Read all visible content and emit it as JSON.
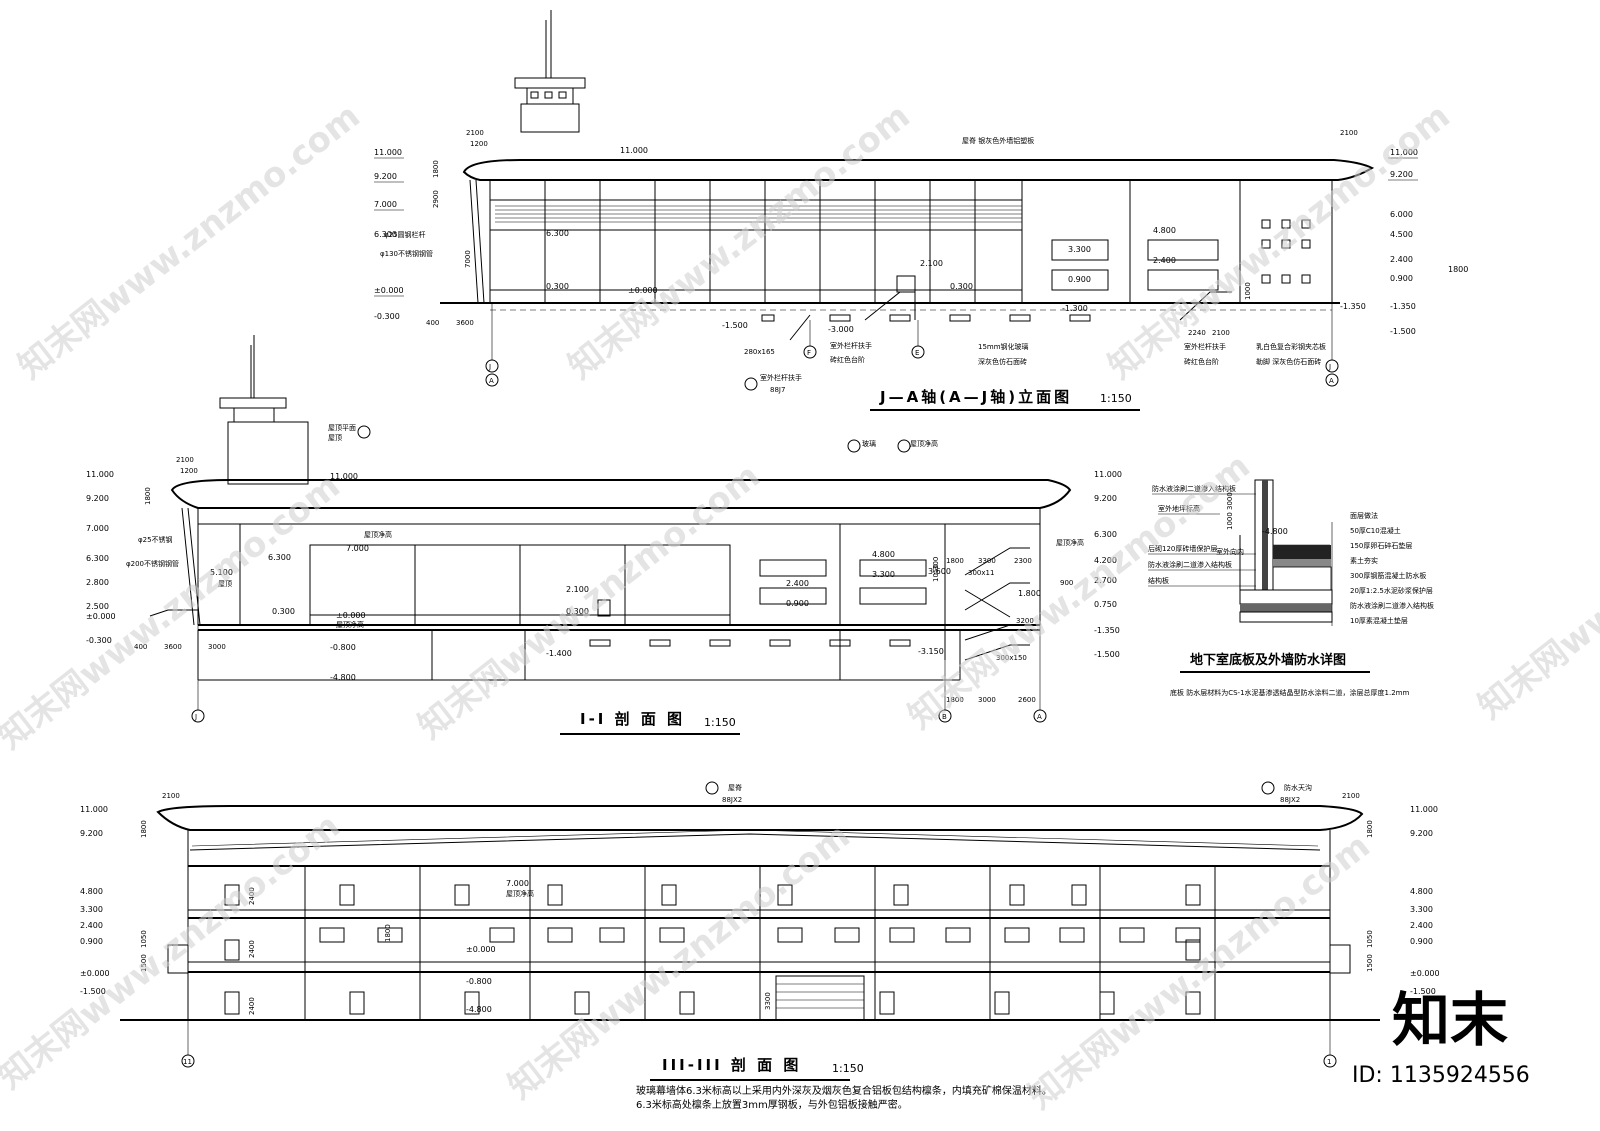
{
  "elevation_top": {
    "title": "J—A轴(A—J轴)立面图",
    "scale": "1:150",
    "levels_left": [
      "11.000",
      "9.200",
      "7.000",
      "6.300",
      "±0.000",
      "-0.300"
    ],
    "levels_right": [
      "11.000",
      "9.200",
      "6.000",
      "4.500",
      "2.400",
      "0.900",
      "-1.350",
      "-1.500"
    ],
    "inner_levels": [
      "11.000",
      "6.300",
      "0.300",
      "±0.000",
      "2.100",
      "0.300",
      "3.300",
      "0.900",
      "4.800",
      "2.400",
      "-1.350",
      "-1.300",
      "-1.500",
      "-3.000"
    ],
    "dims": [
      "2100",
      "1200",
      "1800",
      "2900",
      "7000",
      "400",
      "3600",
      "2100",
      "280x165",
      "2240",
      "2100",
      "1800",
      "1000"
    ],
    "notes": [
      "屋脊  银灰色外墙铝塑板",
      "φ25圆钢栏杆",
      "φ130不锈钢钢管",
      "15mm钢化玻璃",
      "深灰色仿石面砖",
      "室外栏杆扶手",
      "砖红色台阶",
      "室外栏杆扶手",
      "砖红色台阶",
      "乳白色复合彩钢夹芯板",
      "勒脚  深灰色仿石面砖",
      "室外栏杆扶手",
      "88J7"
    ],
    "axes": [
      "J",
      "A",
      "F",
      "E",
      "J",
      "A"
    ]
  },
  "section_1": {
    "title": "I-I 剖 面 图",
    "scale": "1:150",
    "levels_left": [
      "11.000",
      "9.200",
      "7.000",
      "6.300",
      "2.800",
      "2.500",
      "±0.000",
      "-0.300"
    ],
    "levels_right": [
      "11.000",
      "9.200",
      "6.300",
      "4.200",
      "2.700",
      "0.750",
      "-1.350",
      "-1.500"
    ],
    "inner_levels": [
      "11.000",
      "7.000",
      "6.300",
      "5.100",
      "0.300",
      "±0.000",
      "-0.800",
      "-4.800",
      "2.100",
      "0.300",
      "-1.400",
      "2.400",
      "0.900",
      "4.800",
      "3.300",
      "3.600",
      "-3.150",
      "1.800"
    ],
    "dims": [
      "2100",
      "1200",
      "1800",
      "400",
      "3600",
      "3000",
      "1800",
      "3300",
      "2300",
      "1050",
      "300",
      "3200",
      "1800",
      "3000",
      "2600",
      "900",
      "300x11",
      "300x150"
    ],
    "notes": [
      "屋顶平面",
      "屋顶",
      "屋顶净高",
      "φ25不锈钢",
      "φ200不锈钢钢管",
      "屋顶",
      "屋顶净高",
      "玻璃",
      "屋顶净高",
      "屋顶净高"
    ],
    "axes": [
      "J",
      "B",
      "A"
    ]
  },
  "detail": {
    "title": "地下室底板及外墙防水详图",
    "note": "底板  防水层材料为CS-1水泥基渗透结晶型防水涂料二道，涂层总厚度1.2mm",
    "left_labels": [
      "防水液涂刷二道渗入结构板",
      "室外地坪标高",
      "后砌120厚砖墙保护层",
      "防水液涂刷二道渗入结构板",
      "结构板"
    ],
    "right_labels": [
      "面层做法",
      "50厚C10混凝土",
      "150厚卵石碎石垫层",
      "素土夯实",
      "300厚钢筋混凝土防水板",
      "20厚1:2.5水泥砂浆保护层",
      "防水液涂刷二道渗入结构板",
      "10厚素混凝土垫层"
    ],
    "values": [
      "-4.800",
      "3000",
      "1000",
      "室外向内"
    ]
  },
  "section_3": {
    "title": "III-III 剖 面 图",
    "scale": "1:150",
    "levels_left": [
      "11.000",
      "9.200",
      "4.800",
      "3.300",
      "2.400",
      "0.900",
      "±0.000",
      "-1.500"
    ],
    "levels_right": [
      "11.000",
      "9.200",
      "4.800",
      "3.300",
      "2.400",
      "0.900",
      "±0.000",
      "-1.500"
    ],
    "inner_levels": [
      "7.000",
      "±0.000",
      "-0.800",
      "-4.800"
    ],
    "dims": [
      "2100",
      "1800",
      "2400",
      "2400",
      "1800",
      "1500",
      "1050",
      "2400",
      "3300",
      "2100",
      "1800",
      "1500",
      "1050"
    ],
    "notes": [
      "屋脊",
      "88JX2",
      "防水天沟",
      "88JX2",
      "屋顶净高"
    ],
    "axes": [
      "11",
      "1"
    ],
    "note_line1": "玻璃幕墙体6.3米标高以上采用内外深灰及烟灰色复合铝板包结构檩条，内填充矿棉保温材料。",
    "note_line2": "6.3米标高处檩条上放置3mm厚钢板，与外包铝板接触严密。"
  },
  "watermark": {
    "text": "znzmo.com",
    "cn": "知末网www.znzmo.com",
    "logo": "知末",
    "id": "ID: 1135924556"
  }
}
